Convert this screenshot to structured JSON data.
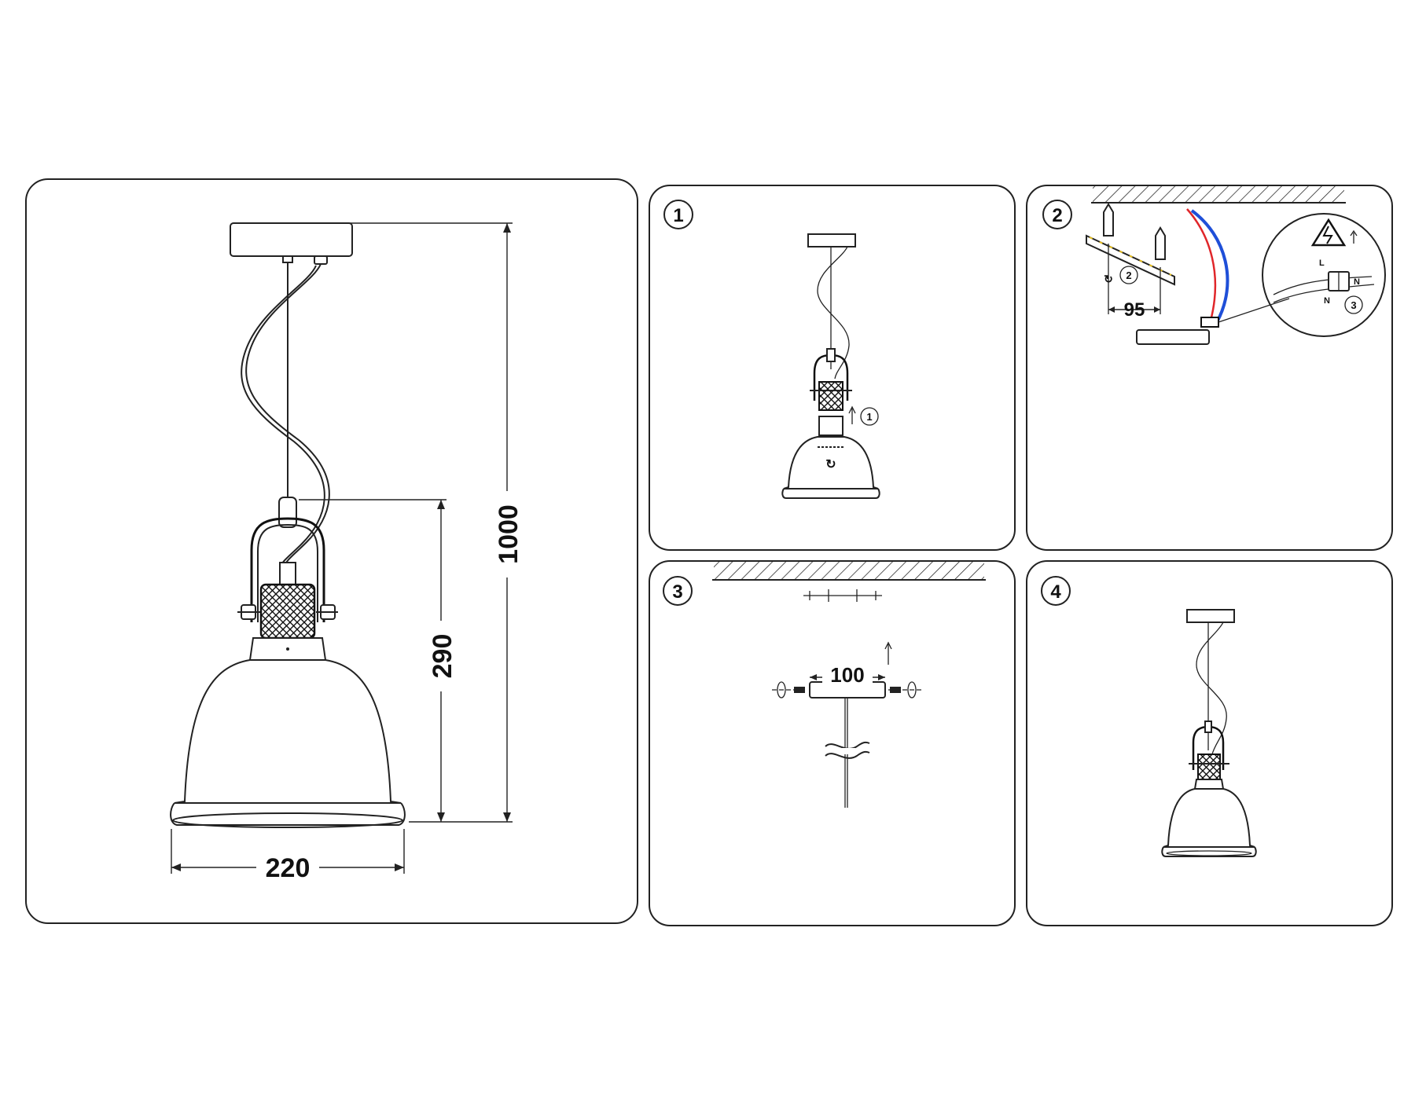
{
  "main_view": {
    "dim_total_height": "1000",
    "dim_shade_height": "290",
    "dim_shade_diameter": "220"
  },
  "steps": [
    {
      "number": "1",
      "callouts": [
        "1"
      ]
    },
    {
      "number": "2",
      "dim_spacing": "95",
      "callouts": [
        "2",
        "3"
      ],
      "terminal_labels": [
        "L",
        "N",
        "N"
      ]
    },
    {
      "number": "3",
      "dim_canopy": "100"
    },
    {
      "number": "4"
    }
  ],
  "colors": {
    "line": "#222222",
    "live_wire": "#e0262a",
    "neutral_wire": "#1f4fd8",
    "warning_fill": "#ffffff"
  },
  "icons": [
    "warning-electric-icon",
    "rotate-icon",
    "up-arrow-icon",
    "mesh-pattern"
  ]
}
